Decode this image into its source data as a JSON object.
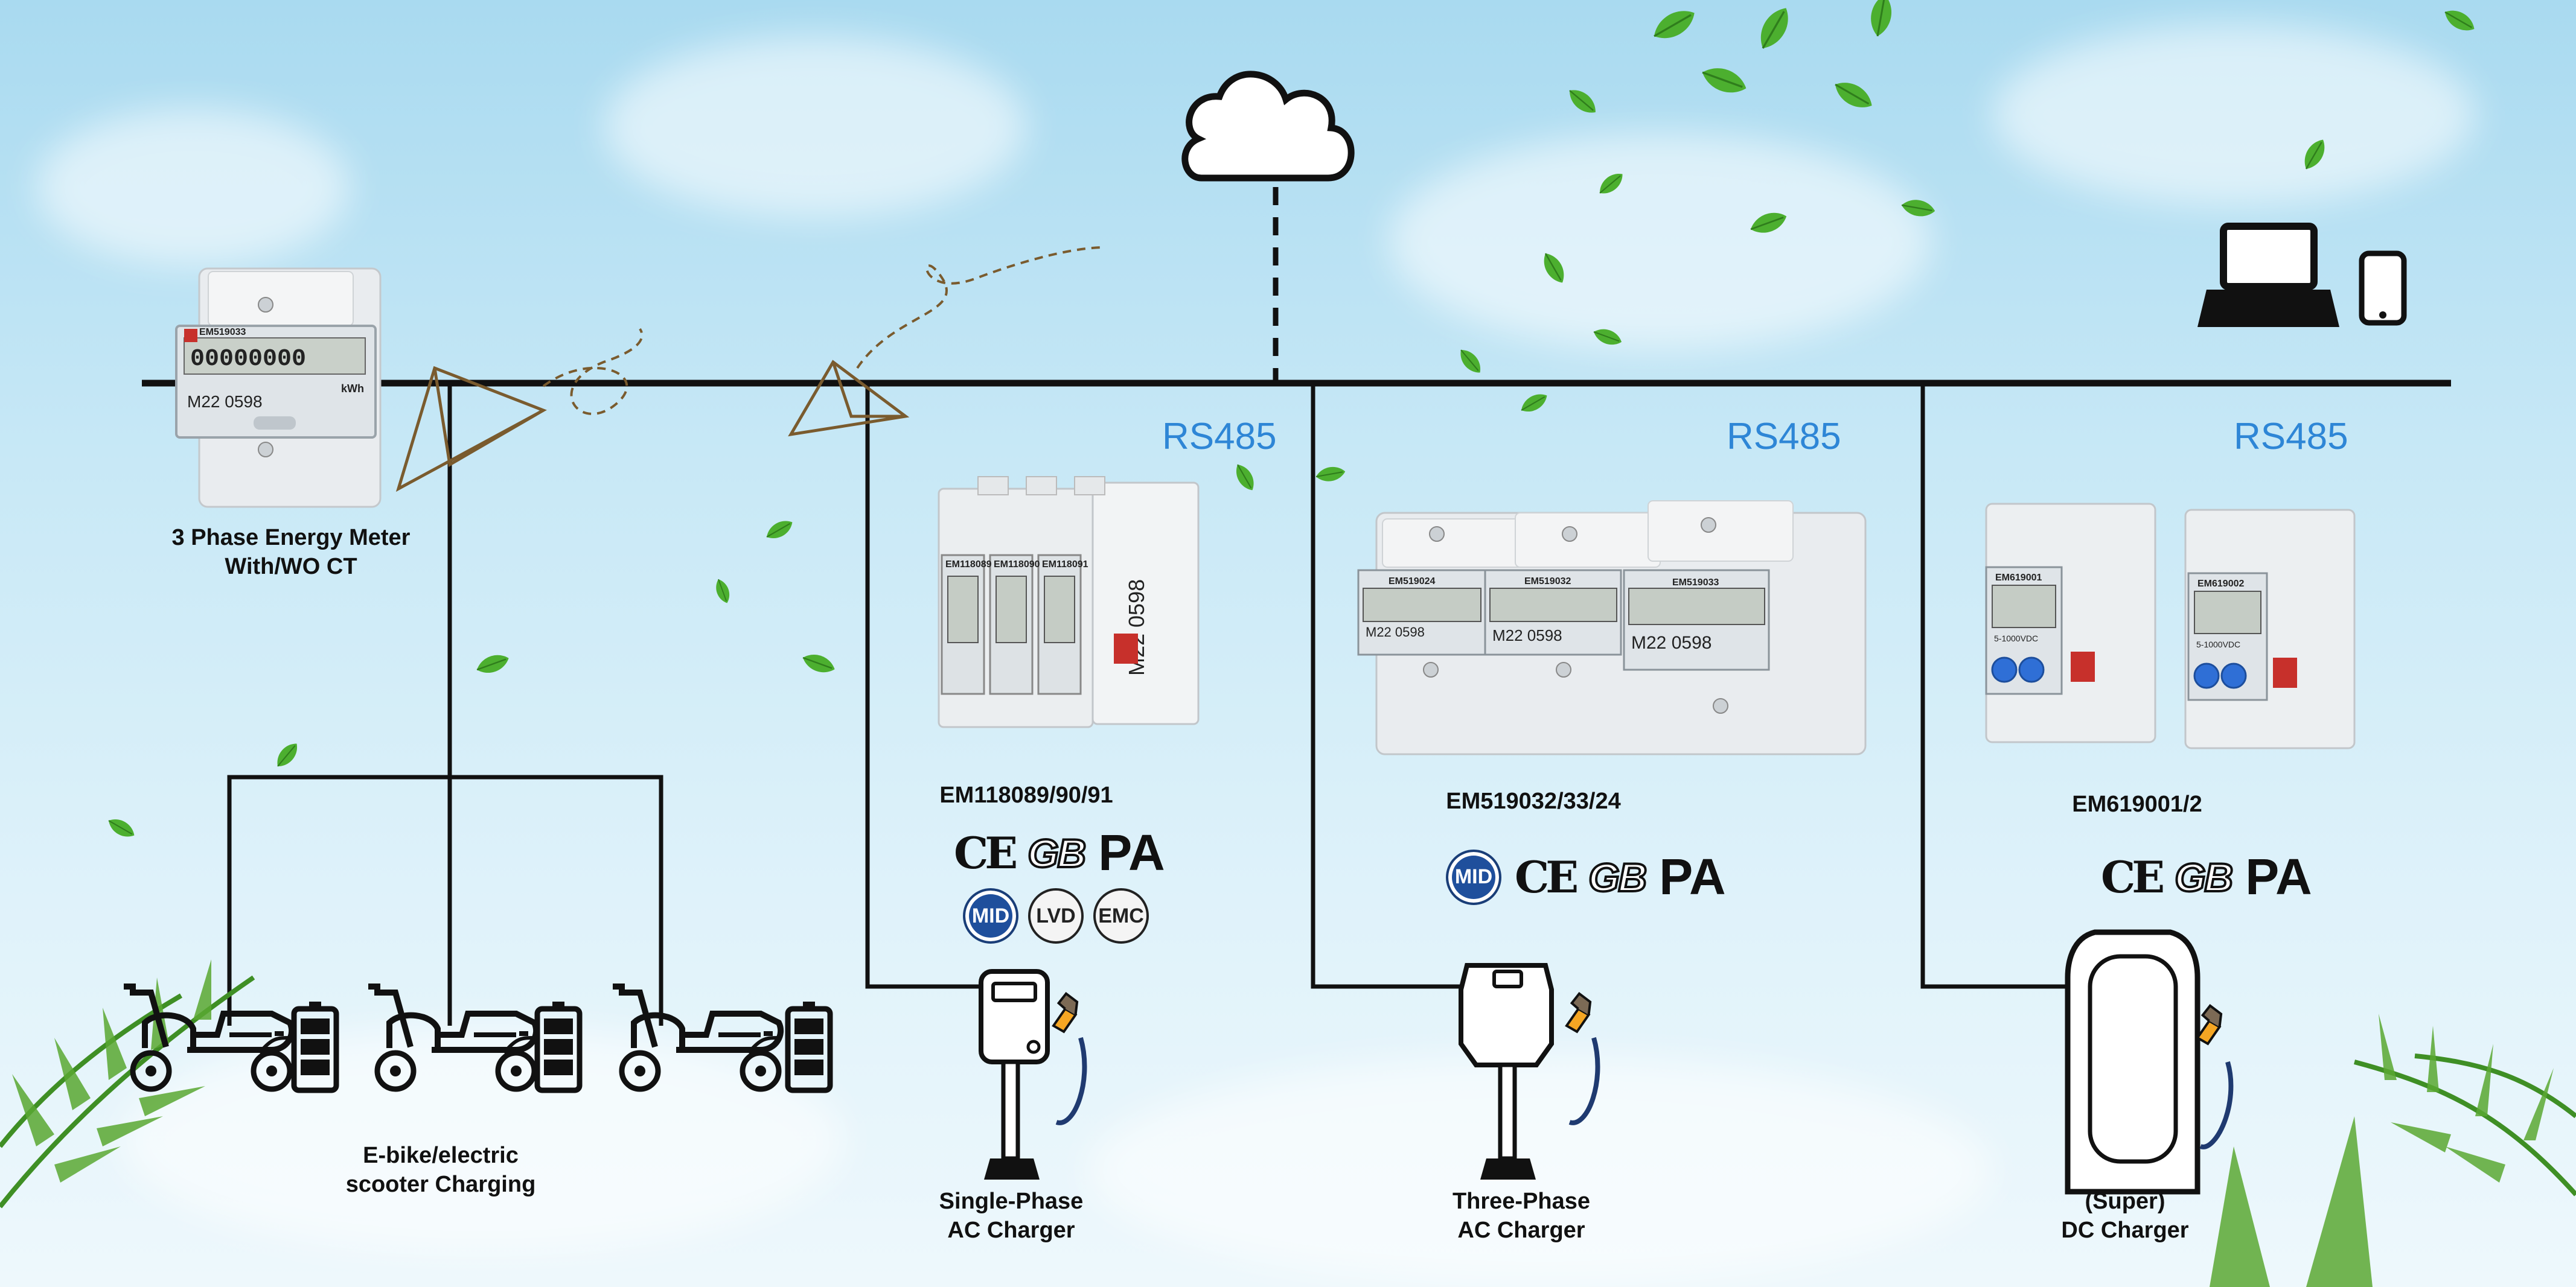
{
  "labels": {
    "three_phase_meter": [
      "3 Phase Energy Meter",
      "With/WO CT"
    ],
    "ebike": [
      "E-bike/electric",
      "scooter Charging"
    ],
    "single_phase": [
      "Single-Phase",
      "AC Charger"
    ],
    "three_phase": [
      "Three-Phase",
      "AC Charger"
    ],
    "dc_charger": [
      "(Super)",
      "DC Charger"
    ]
  },
  "rs485": "RS485",
  "models": {
    "single": "EM118089/90/91",
    "three": "EM519032/33/24",
    "dc": "EM619001/2"
  },
  "cert_marks": {
    "ce": "CE",
    "gb": "GB",
    "pa": "PA",
    "mid": "MID",
    "lvd": "LVD",
    "emc": "EMC"
  },
  "meter_faces": {
    "top_meter": {
      "model": "EM519033",
      "reading": "00000000",
      "code": "M22 0598",
      "unit": "kWh"
    },
    "single_meters": [
      "EM118089",
      "EM118090",
      "EM118091"
    ],
    "single_vertical_code": "M22 0598",
    "three_meters": [
      {
        "model": "EM519024",
        "code": "M22 0598"
      },
      {
        "model": "EM519032",
        "code": "M22 0598"
      },
      {
        "model": "EM519033",
        "code": "M22 0598"
      }
    ],
    "dc_meters": [
      {
        "model": "EM619001",
        "range": "5-1000VDC"
      },
      {
        "model": "EM619002",
        "range": "5-1000VDC"
      }
    ]
  },
  "icons": [
    "cloud-icon",
    "laptop-icon",
    "phone-icon",
    "scooter-icon",
    "battery-icon",
    "ac-charger-icon",
    "dc-charger-icon",
    "paper-plane-icon",
    "leaf-icon",
    "palm-icon"
  ],
  "colors": {
    "rs485": "#2e86d6",
    "line": "#111111",
    "mid_badge": "#1f4f9c",
    "leaf": "#4caf2f",
    "plug_orange": "#f5a623"
  }
}
